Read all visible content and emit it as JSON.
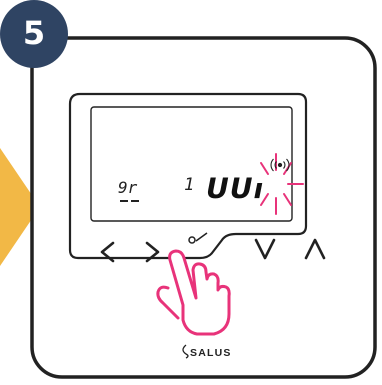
{
  "step": {
    "number": "5"
  },
  "display": {
    "left_code": "9r",
    "middle_digit": "1",
    "main_text": "ᑌᑌı",
    "wireless_symbol": "((·))"
  },
  "keys": {
    "left": "<",
    "right": ">",
    "down": "∨",
    "up": "∧"
  },
  "brand": {
    "name": "SALUS"
  },
  "colors": {
    "badge": "#2f4463",
    "device_outline": "#222222",
    "highlight": "#e8337a",
    "arrow": "#f2b846"
  },
  "icons": {
    "hand": "pointing-hand-icon",
    "wireless": "wireless-icon",
    "sparkle": "blink-sparkle-icon",
    "arrow": "entry-arrow-icon",
    "check": "tick-key-icon"
  }
}
